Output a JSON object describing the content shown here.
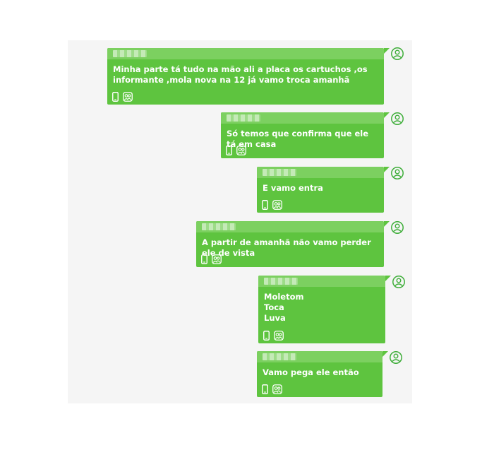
{
  "colors": {
    "bubble": "#5ec43f",
    "sender_bar": "#7cd060",
    "panel_bg": "#f5f5f5",
    "avatar": "#3fae3a"
  },
  "icons": {
    "device": "smartphone-icon",
    "group": "group-icon",
    "avatar": "user-avatar-icon"
  },
  "messages": [
    {
      "sender": "redacted",
      "text": "Minha parte tá tudo na mão ali a placa os cartuchos ,os informante ,mola nova na 12 já vamo troca amanhã"
    },
    {
      "sender": "redacted",
      "text": "Só temos que confirma que ele tá em casa"
    },
    {
      "sender": "redacted",
      "text": "E vamo entra"
    },
    {
      "sender": "redacted",
      "text": "A partir de amanhã não vamo perder ele de vista"
    },
    {
      "sender": "redacted",
      "text": "Moletom\nToca\nLuva"
    },
    {
      "sender": "redacted",
      "text": "Vamo pega ele então"
    }
  ]
}
